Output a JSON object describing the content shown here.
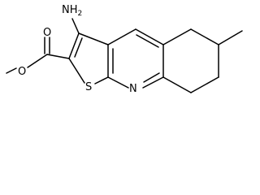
{
  "molecule": {
    "atoms": {
      "amino": "NH2",
      "carbonyl_oxygen": "O",
      "ester_oxygen": "O",
      "sulfur": "S",
      "pyridine_nitrogen": "N"
    }
  },
  "colors": {
    "bond": "#000000",
    "label": "#000000",
    "background": "#ffffff"
  }
}
